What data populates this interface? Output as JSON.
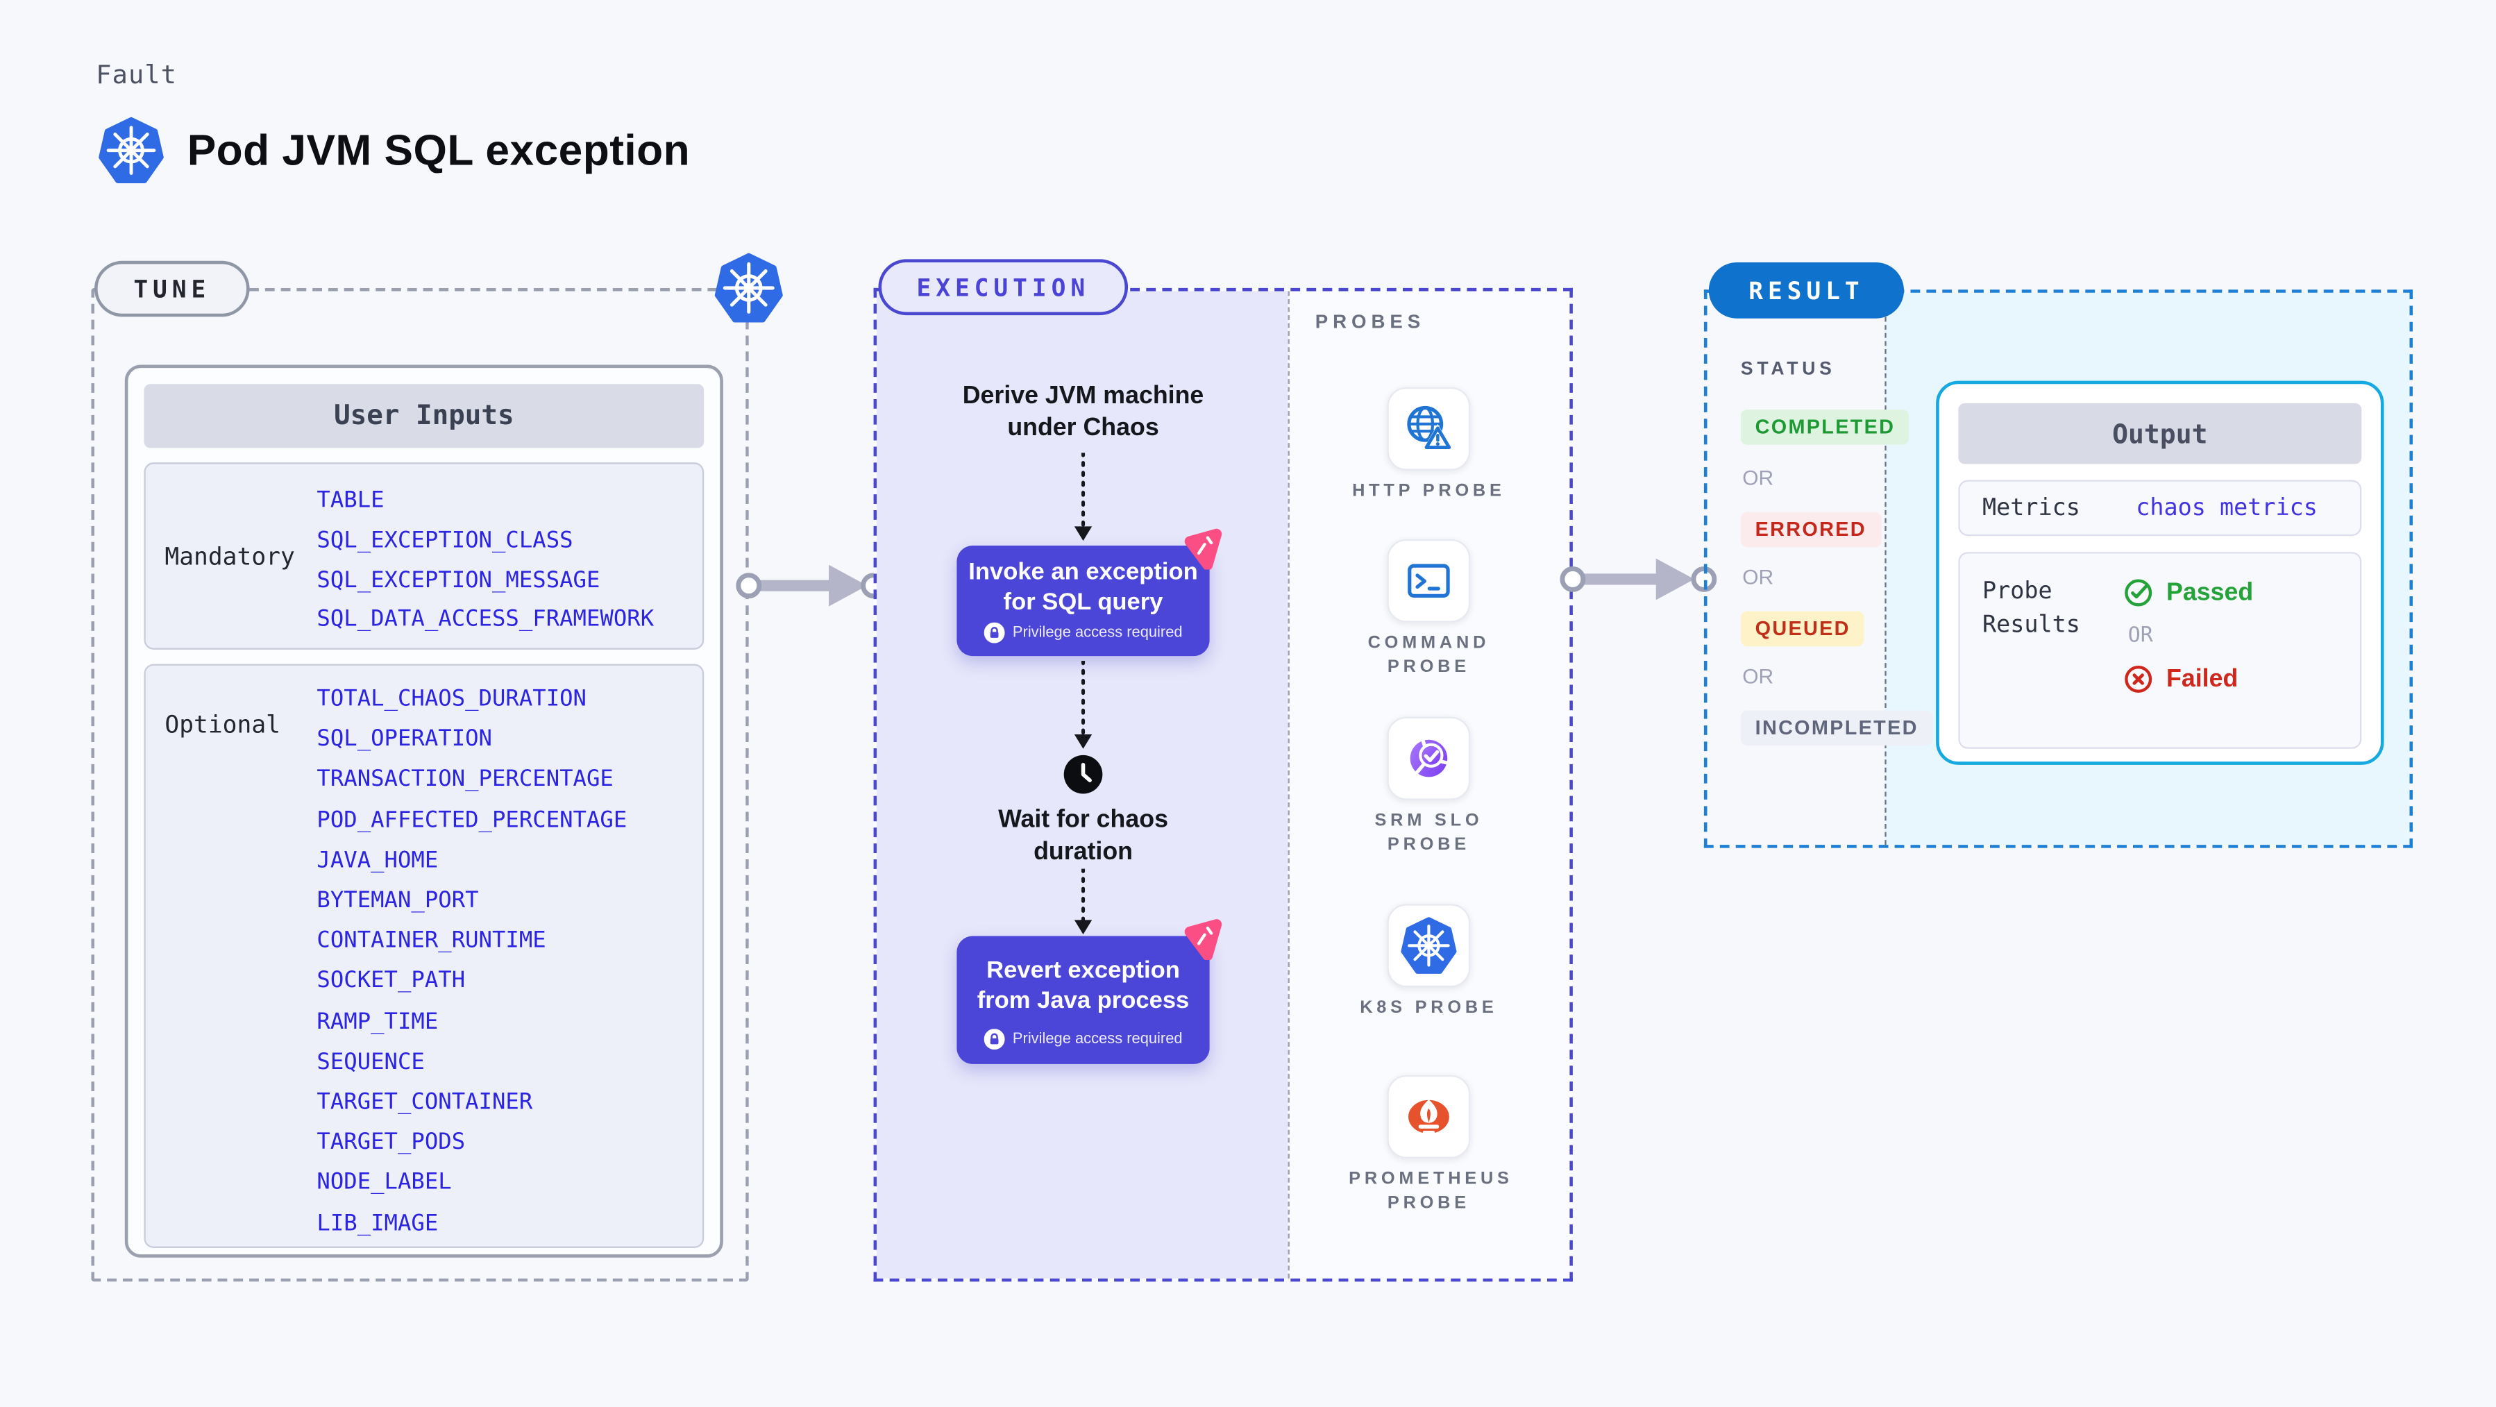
{
  "page": {
    "fault_label": "Fault",
    "title": "Pod JVM SQL exception"
  },
  "tune": {
    "pill": "TUNE",
    "user_inputs": {
      "header": "User Inputs",
      "mandatory": {
        "label": "Mandatory",
        "params": [
          "TABLE",
          "SQL_EXCEPTION_CLASS",
          "SQL_EXCEPTION_MESSAGE",
          "SQL_DATA_ACCESS_FRAMEWORK"
        ]
      },
      "optional": {
        "label": "Optional",
        "params": [
          "TOTAL_CHAOS_DURATION",
          "SQL_OPERATION",
          "TRANSACTION_PERCENTAGE",
          "POD_AFFECTED_PERCENTAGE",
          "JAVA_HOME",
          "BYTEMAN_PORT",
          "CONTAINER_RUNTIME",
          "SOCKET_PATH",
          "RAMP_TIME",
          "SEQUENCE",
          "TARGET_CONTAINER",
          "TARGET_PODS",
          "NODE_LABEL",
          "LIB_IMAGE"
        ]
      }
    }
  },
  "execution": {
    "pill": "EXECUTION",
    "steps": {
      "derive": "Derive JVM machine\nunder Chaos",
      "invoke": "Invoke an exception\nfor SQL query",
      "wait": "Wait for chaos\nduration",
      "revert": "Revert exception\nfrom Java process",
      "privilege_note": "Privilege access required"
    },
    "probes": {
      "label": "PROBES",
      "items": [
        {
          "label": "HTTP PROBE",
          "icon": "http-probe-icon"
        },
        {
          "label": "COMMAND PROBE",
          "icon": "command-probe-icon"
        },
        {
          "label": "SRM SLO PROBE",
          "icon": "srm-slo-probe-icon"
        },
        {
          "label": "K8S PROBE",
          "icon": "k8s-probe-icon"
        },
        {
          "label": "PROMETHEUS PROBE",
          "icon": "prometheus-probe-icon"
        }
      ]
    }
  },
  "result": {
    "pill": "RESULT",
    "status": {
      "label": "STATUS",
      "or": "OR",
      "completed": "COMPLETED",
      "errored": "ERRORED",
      "queued": "QUEUED",
      "incompleted": "INCOMPLETED"
    },
    "output": {
      "header": "Output",
      "metrics_label": "Metrics",
      "metrics_value": "chaos metrics",
      "probe_results_label": "Probe Results",
      "passed": "Passed",
      "or": "OR",
      "failed": "Failed"
    }
  },
  "colors": {
    "page_bg": "#f7f8fc",
    "accent_indigo": "#4a47d0",
    "action_purple": "#4b46d8",
    "execution_panel": "#e6e7fa",
    "chaos_pink": "#fb4e85",
    "result_blue": "#0f72cd",
    "result_panel": "#e8f6fd",
    "output_border_cyan": "#16a9e0",
    "k8s_blue": "#2f6be4",
    "probe_icon_blue": "#1f74d4",
    "srm_purple": "#7a3bf2",
    "prometheus_orange": "#e6522c",
    "param_blue": "#2b24e2",
    "passed_green": "#23a338",
    "failed_red": "#d0271c",
    "completed_green": "#1d9a33",
    "errored_red": "#c5271b",
    "queued_red": "#c03019",
    "arrow_gray": "#b4b5c9"
  }
}
